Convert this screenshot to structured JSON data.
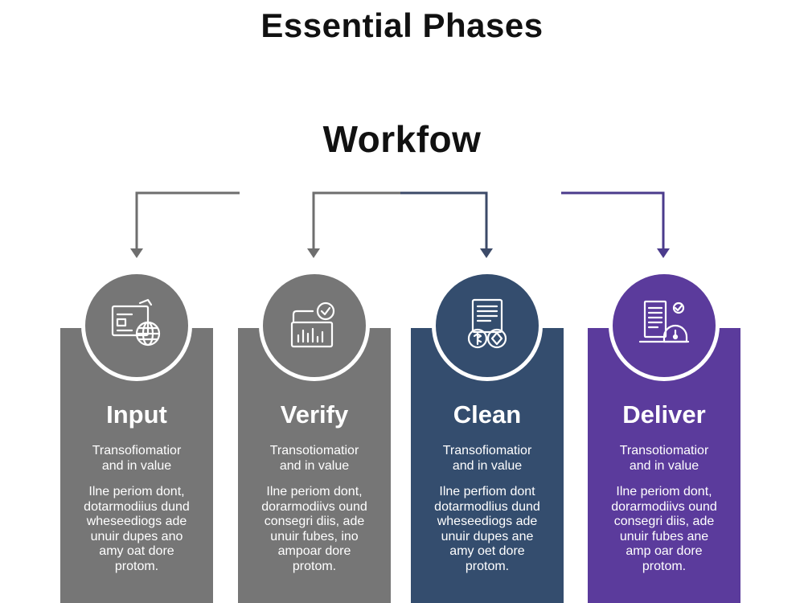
{
  "header": {
    "title": "Essential Phases",
    "subtitle": "Workfow"
  },
  "colors": {
    "gray": "#767676",
    "navy": "#344d6e",
    "purple": "#5b3b9c",
    "connector_gray": "#6e6e6e",
    "connector_navy": "#3c4a68",
    "connector_purple": "#4b3b8c"
  },
  "phases": [
    {
      "title": "Input",
      "subtitle": "Transofiomatior\nand in value",
      "body": "Ilne periom dont,\ndotarmodiius dund\nwheseediogs ade\nunuir dupes ano\namy oat dore\nprotom.",
      "icon": "document-globe-icon"
    },
    {
      "title": "Verify",
      "subtitle": "Transotiomatior\nand in value",
      "body": "Ilne periom dont,\ndorarmodiivs ound\nconsegri diis, ade\nunuir fubes, ino\nampoar dore\nprotom.",
      "icon": "chart-check-icon"
    },
    {
      "title": "Clean",
      "subtitle": "Transofiomatior\nand in value",
      "body": "Ilne perfiom dont\ndotarmodlius dund\nwheseediogs ade\nunuir dupes ane\namy oet dore\nprotom.",
      "icon": "document-coins-icon"
    },
    {
      "title": "Deliver",
      "subtitle": "Transotiomatior\nand in value",
      "body": "Ilne periom dont,\ndorarmodiivs ound\nconsegri diis, ade\nunuir fubes ane\namp oar dore\nprotom.",
      "icon": "server-gauge-icon"
    }
  ]
}
